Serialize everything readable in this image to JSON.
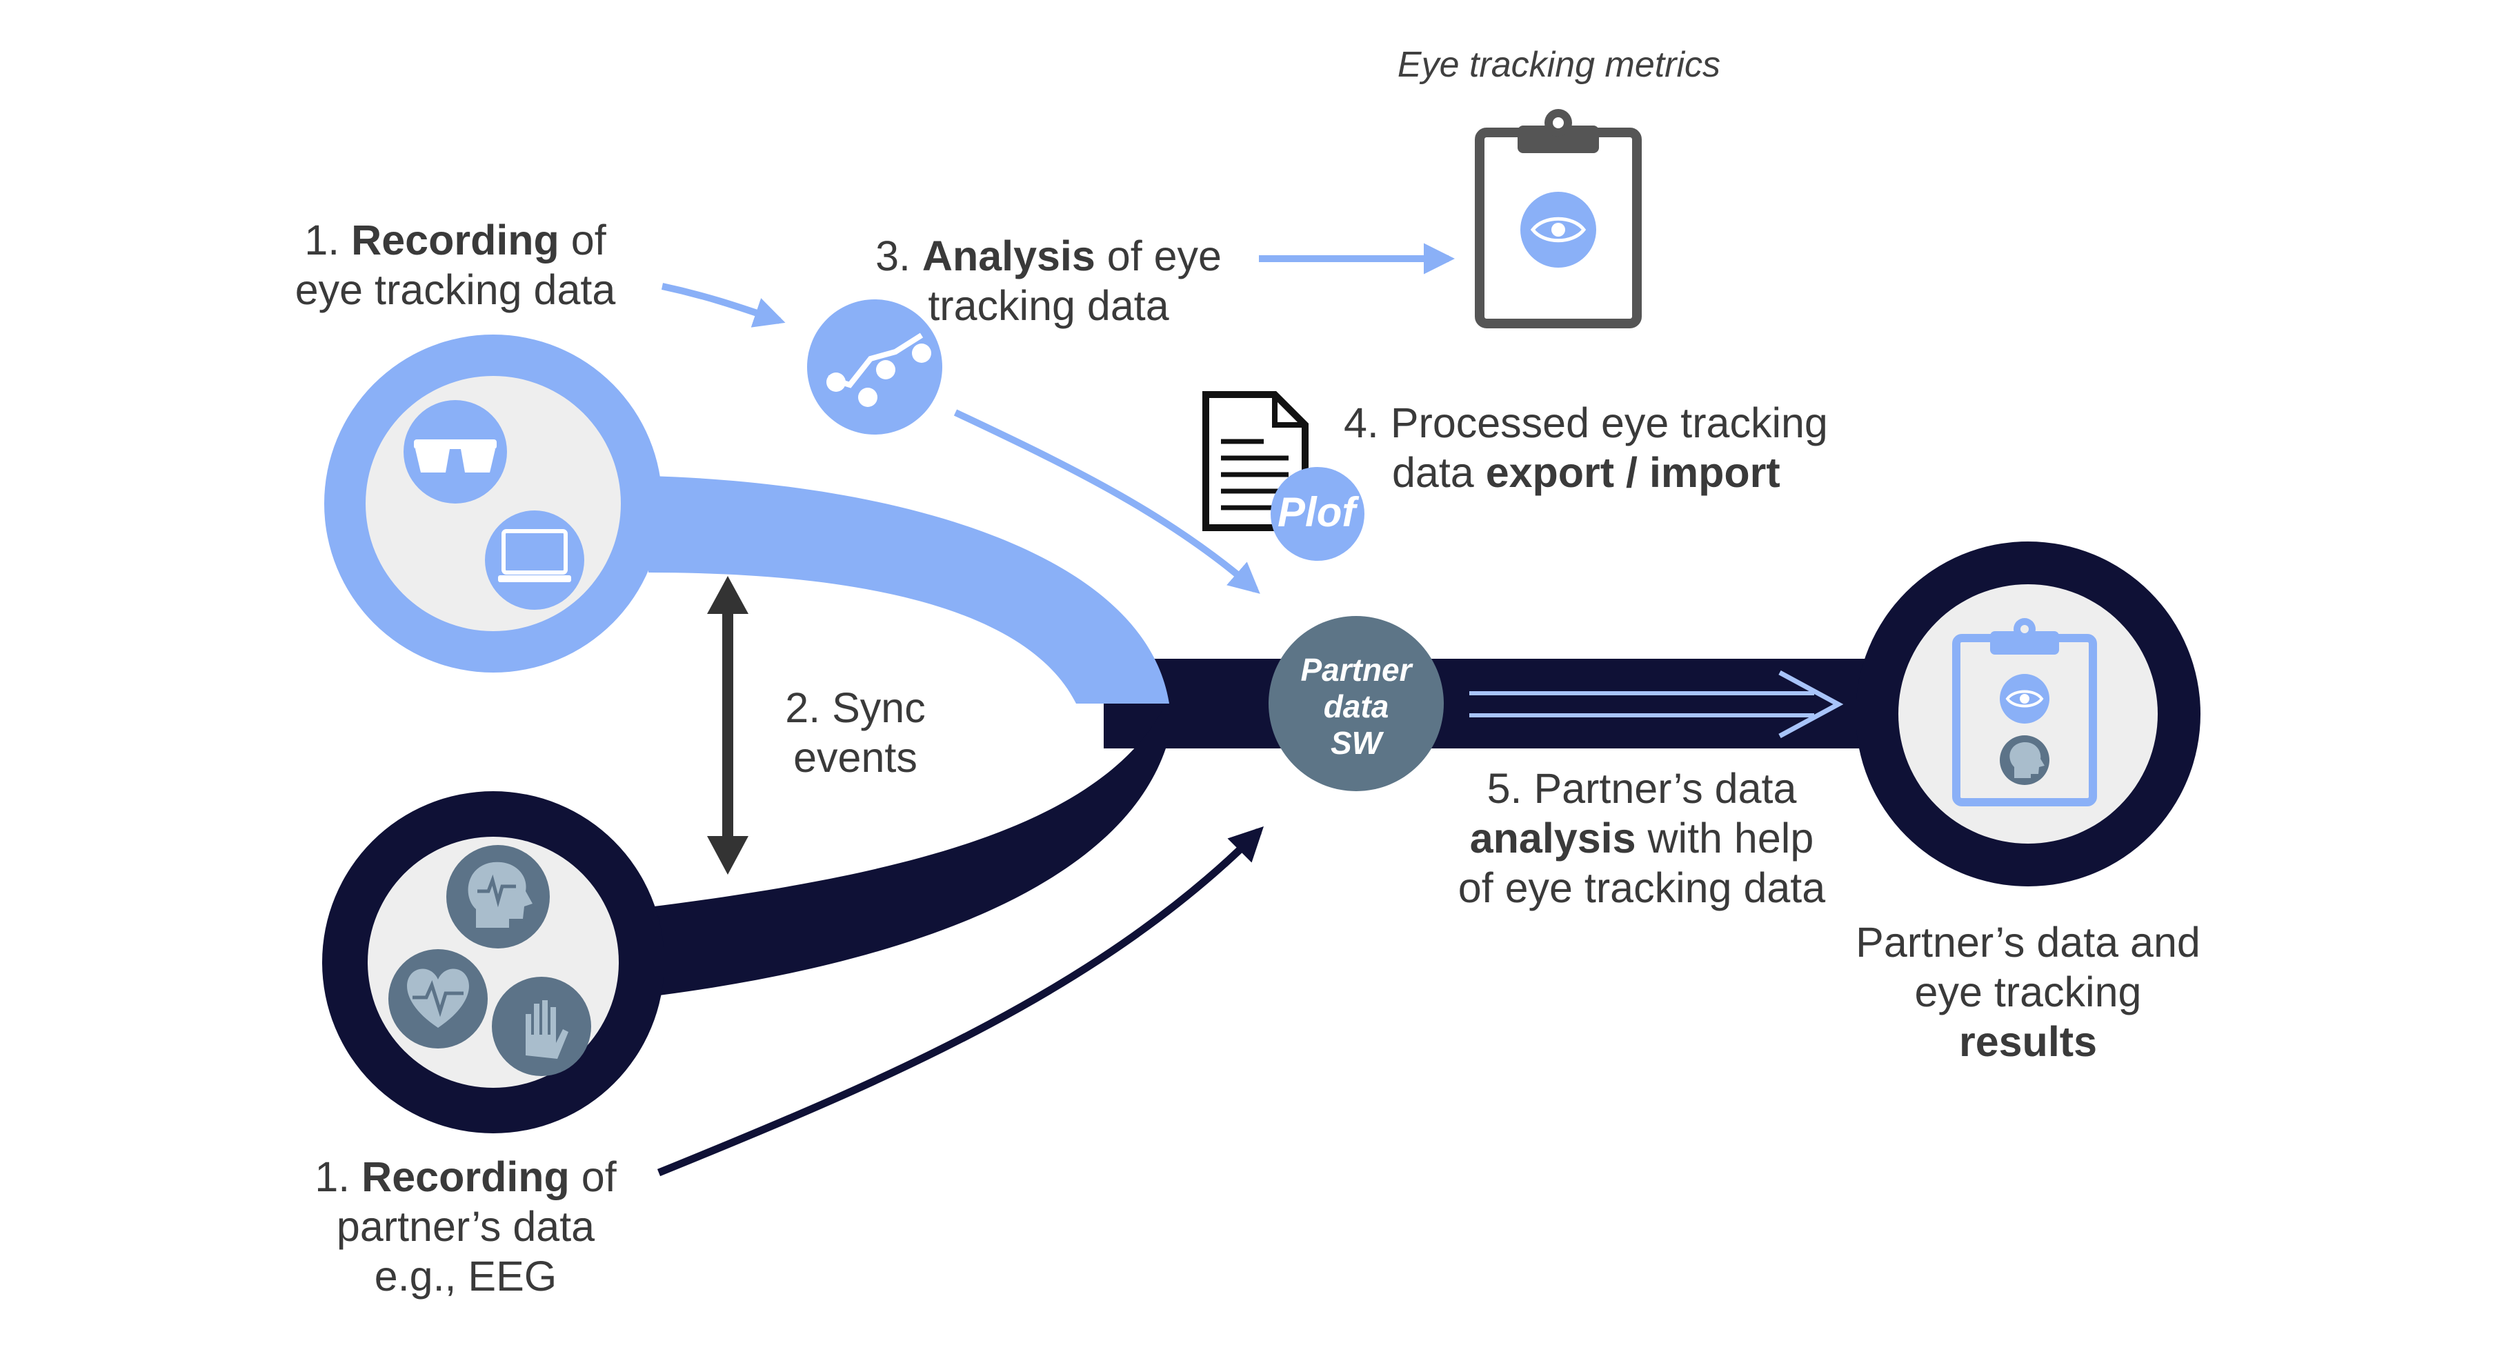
{
  "colors": {
    "navy": "#0f1136",
    "light_blue": "#8ab0f7",
    "pale_blue": "#a8c4fa",
    "grey_bg": "#eeeeee",
    "hub": "#5d7587",
    "slate": "#5c7388",
    "dark_arrow": "#333333",
    "clipboard": "#555555"
  },
  "icons": [
    "eye-tracking-glasses-icon",
    "eye-tracker-laptop-icon",
    "analysis-graph-icon",
    "clipboard-eye-icon",
    "document-icon",
    "brain-head-icon",
    "heart-rate-icon",
    "hand-gsr-icon",
    "results-clipboard-icon"
  ],
  "labels": {
    "metrics_title": "Eye tracking metrics",
    "rec_eye": {
      "num": "1.",
      "bold": "Recording",
      "rest": "of",
      "line2": "eye tracking data"
    },
    "analysis": {
      "num": "3.",
      "bold": "Analysis",
      "rest": "of eye",
      "line2": "tracking data"
    },
    "export": {
      "line1": "4. Processed eye tracking",
      "pre": "data",
      "bold": "export / import"
    },
    "plof": "Plof",
    "sync": {
      "line1": "2. Sync",
      "line2": "events"
    },
    "hub": {
      "line1": "Partner",
      "line2": "data",
      "line3": "SW"
    },
    "partner_analysis": {
      "line1": "5. Partner’s data",
      "bold": "analysis",
      "rest": "with help",
      "line3": "of eye tracking data"
    },
    "results": {
      "line1": "Partner’s data and",
      "line2": "eye tracking",
      "bold": "results"
    },
    "rec_partner": {
      "num": "1.",
      "bold": "Recording",
      "rest": "of",
      "line2": "partner’s data",
      "line3": "e.g., EEG"
    }
  }
}
